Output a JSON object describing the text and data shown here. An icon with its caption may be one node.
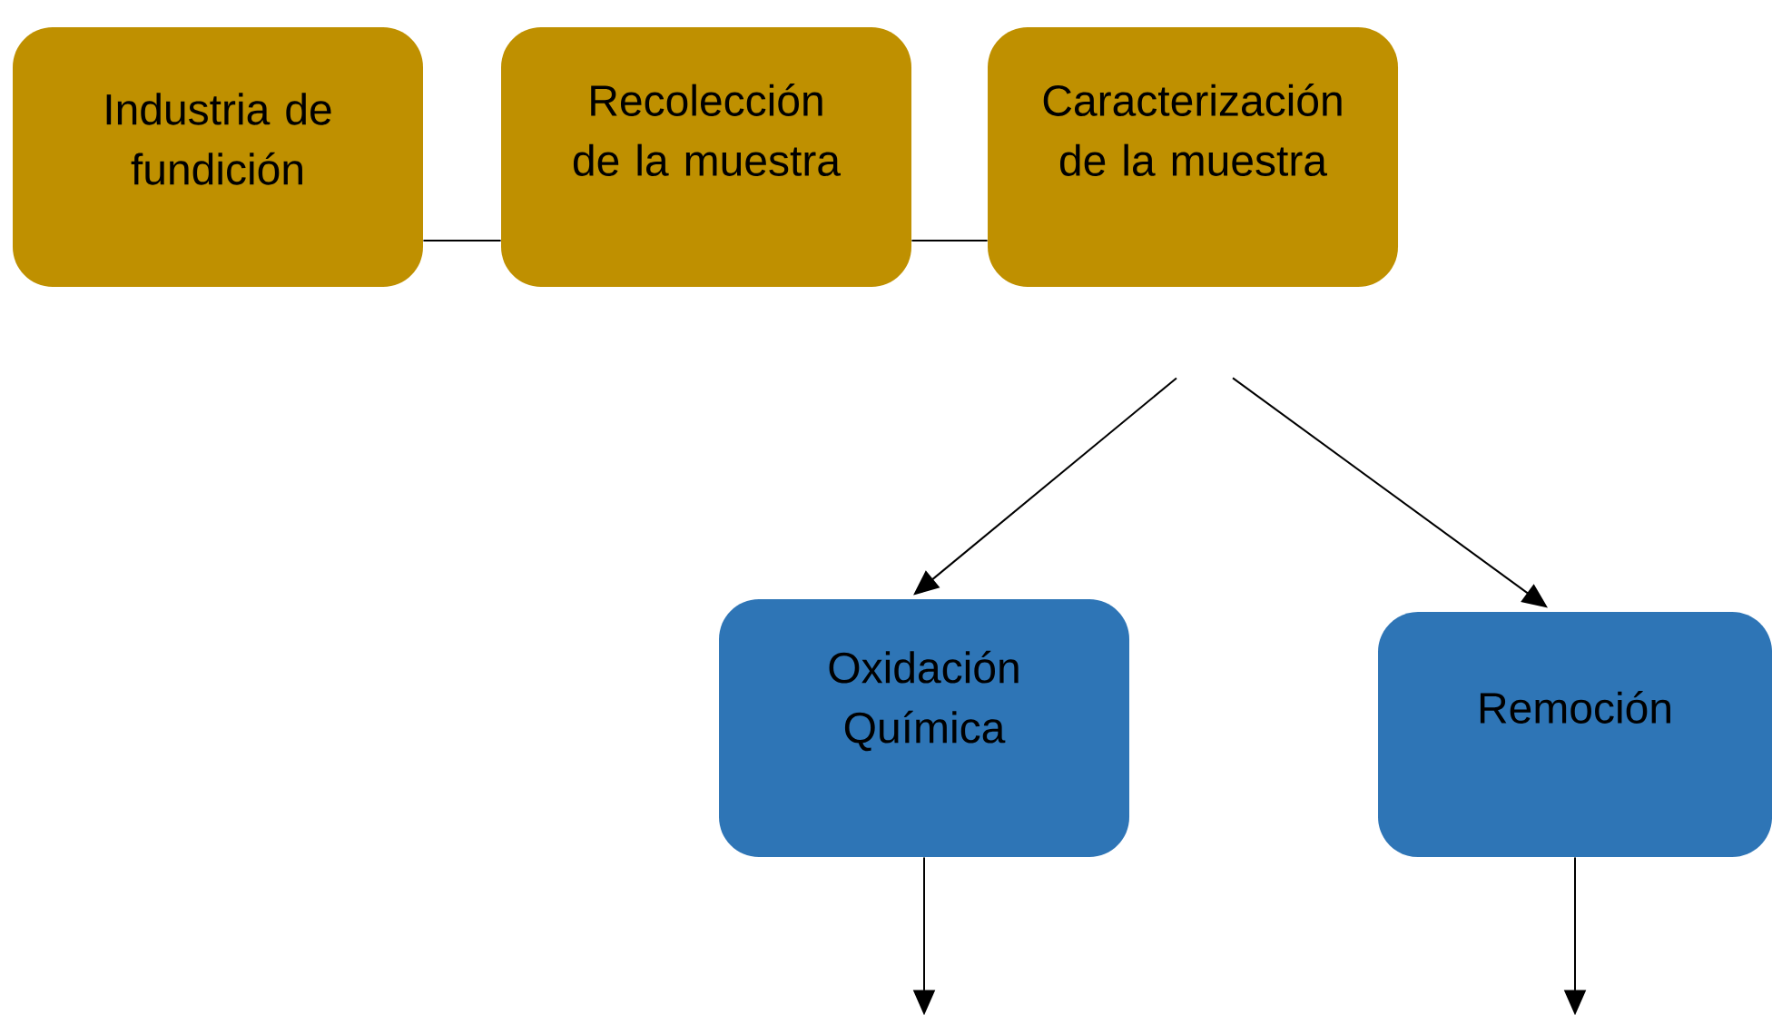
{
  "diagram": {
    "nodes": [
      {
        "text": [
          "Industria de fundición"
        ]
      },
      {
        "text": [
          "Recolección de la muestra"
        ]
      },
      {
        "text": [
          "Caracterización de la muestra"
        ]
      },
      {
        "text": [
          "Oxidación Química"
        ]
      },
      {
        "text": [
          "Remoción"
        ]
      }
    ],
    "edges": [
      {
        "from": 0,
        "to": 1,
        "arrow": "none"
      },
      {
        "from": 1,
        "to": 2,
        "arrow": "none"
      },
      {
        "from": 2,
        "to": 3,
        "arrow": "to"
      },
      {
        "from": 2,
        "to": 4,
        "arrow": "to"
      },
      {
        "from": 3,
        "to": null,
        "arrow": "to"
      },
      {
        "from": 4,
        "to": null,
        "arrow": "to"
      }
    ]
  }
}
